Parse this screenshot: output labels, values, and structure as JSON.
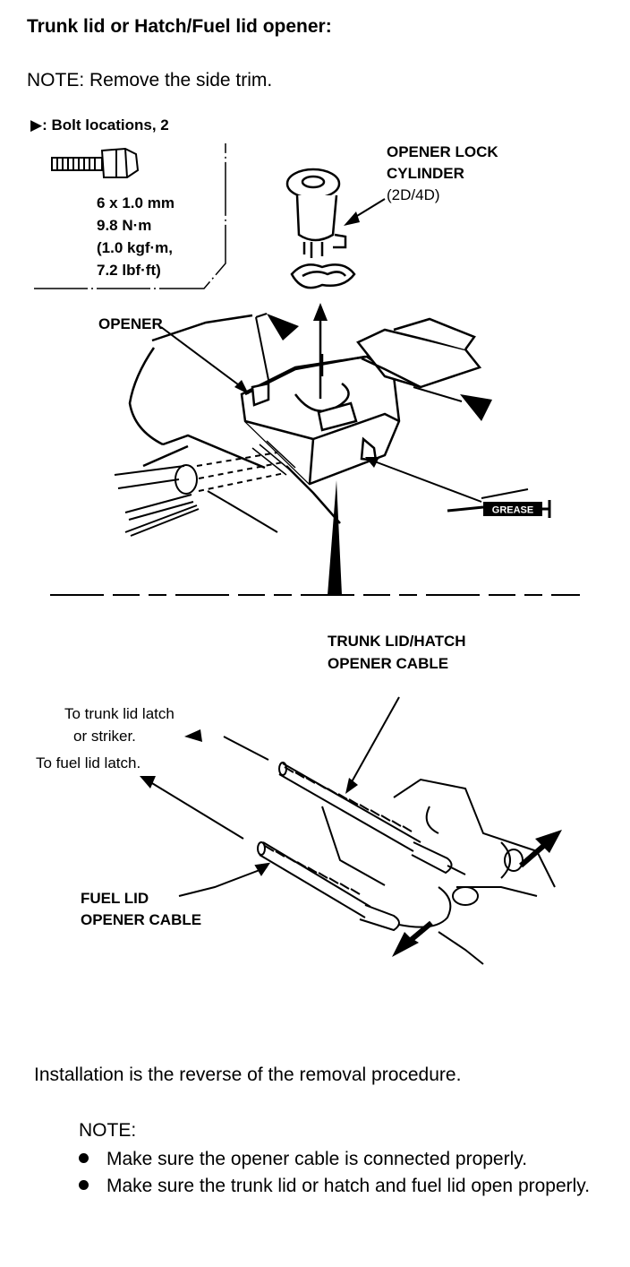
{
  "title": "Trunk lid or Hatch/Fuel lid opener:",
  "note_removal": "NOTE:  Remove the side trim.",
  "bolt": {
    "heading": "▶: Bolt locations, 2",
    "spec_lines": [
      "6 x 1.0 mm",
      "9.8 N·m",
      "(1.0 kgf·m,",
      "7.2 lbf·ft)"
    ]
  },
  "labels": {
    "lock_cylinder_1": "OPENER LOCK",
    "lock_cylinder_2": "CYLINDER",
    "lock_cylinder_3": "(2D/4D)",
    "opener": "OPENER",
    "grease": "GREASE",
    "trunk_cable_1": "TRUNK LID/HATCH",
    "trunk_cable_2": "OPENER CABLE",
    "to_trunk_1": "To trunk lid latch",
    "to_trunk_2": "or striker.",
    "to_fuel": "To fuel lid latch.",
    "fuel_cable_1": "FUEL LID",
    "fuel_cable_2": "OPENER CABLE"
  },
  "installation": "Installation is the reverse of the removal procedure.",
  "note_install": {
    "heading": "NOTE:",
    "items": [
      "Make sure the opener cable is connected properly.",
      "Make sure the trunk lid or hatch and fuel lid open properly."
    ]
  },
  "icons": [
    "bolt-icon",
    "grease-gun-icon",
    "arrow-icon"
  ]
}
